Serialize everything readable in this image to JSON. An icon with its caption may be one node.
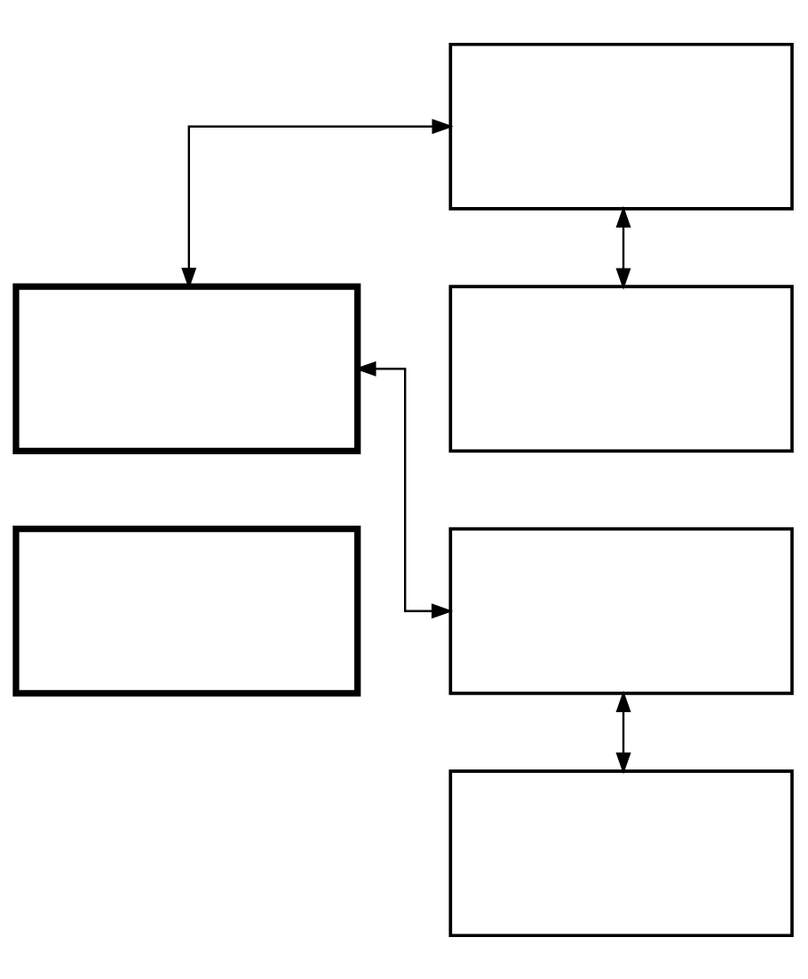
{
  "diagram": {
    "nodes": [
      {
        "text": [],
        "shape": "box"
      },
      {
        "text": [],
        "shape": "box"
      },
      {
        "text": [],
        "shape": "box"
      },
      {
        "text": [],
        "shape": "box"
      },
      {
        "text": [],
        "shape": "box"
      },
      {
        "text": [],
        "shape": "box"
      }
    ],
    "edges": [
      {
        "from": 1,
        "to": 2,
        "arrow": "both"
      },
      {
        "from": 2,
        "to": 3,
        "arrow": "both"
      },
      {
        "from": 1,
        "to": 4,
        "arrow": "both"
      },
      {
        "from": 4,
        "to": 5,
        "arrow": "both"
      }
    ]
  }
}
